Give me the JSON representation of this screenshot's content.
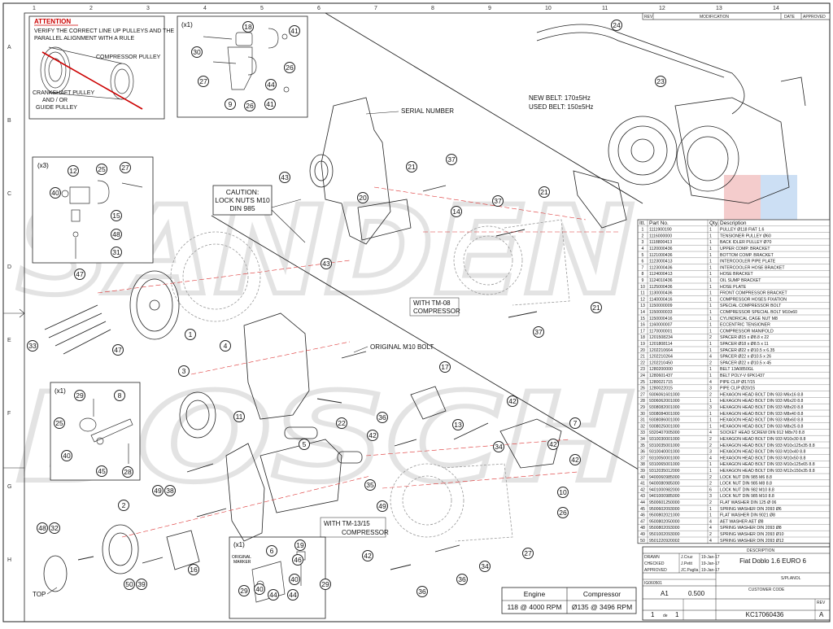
{
  "attention": {
    "title": "ATTENTION",
    "line1": "VERIFY THE CORRECT LINE UP PULLEYS AND THE",
    "line2": "PARALLEL ALIGNMENT WITH A RULE",
    "compressor_pulley": "COMPRESSOR PULLEY",
    "crank_l1": "CRANKSHAFT PULLEY",
    "crank_l2": "AND / OR",
    "crank_l3": "GUIDE PULLEY"
  },
  "multipliers": {
    "x1": "(x1)",
    "x3": "(x3)"
  },
  "labels": {
    "serial_number": "SERIAL NUMBER",
    "caution_l1": "CAUTION:",
    "caution_l2": "LOCK NUTS M10",
    "caution_l3": "DIN 985",
    "new_belt": "NEW BELT: 170±5Hz",
    "used_belt": "USED BELT: 150±5Hz",
    "with_tm08_l1": "WITH TM-08",
    "with_tm08_l2": "COMPRESSOR",
    "original_m10": "ORIGINAL M10 BOLT",
    "with_tm1315_l1": "WITH TM-13/15",
    "with_tm1315_l2": "COMPRESSOR",
    "original_marker_l1": "ORIGINAL",
    "original_marker_l2": "MARKER",
    "top": "TOP"
  },
  "watermark": {
    "line1": "SANDEN",
    "line2": "BOSCH"
  },
  "engine_table": {
    "engine_header": "Engine",
    "compressor_header": "Compressor",
    "engine_value": "118 @ 4000 RPM",
    "compressor_value": "Ø135 @ 3496 RPM"
  },
  "revision_header": {
    "rev": "REV",
    "modification": "MODIFICATION",
    "date": "DATE",
    "approved": "APPROVED"
  },
  "parts_table": {
    "headers": [
      "Itt.",
      "Part No.",
      "Qty.",
      "Description"
    ],
    "rows": [
      [
        "1",
        "1111900190",
        "1",
        "PULLEY Ø118 FIAT 1.6"
      ],
      [
        "2",
        "1116000000",
        "1",
        "TENSIONER PULLEY Ø60"
      ],
      [
        "3",
        "1118800413",
        "1",
        "BACK IDLER PULLEY Ø70"
      ],
      [
        "4",
        "1120000436",
        "1",
        "UPPER COMP. BRACKET"
      ],
      [
        "5",
        "1121000436",
        "1",
        "BOTTOM COMP. BRACKET"
      ],
      [
        "6",
        "1123000413",
        "1",
        "INTERCOOLER PIPE PLATE"
      ],
      [
        "7",
        "1123000436",
        "1",
        "INTERCOOLER HOSE BRACKET"
      ],
      [
        "8",
        "1124000413",
        "1",
        "HOSE BRACKET"
      ],
      [
        "9",
        "1124010436",
        "1",
        "OIL SUMP BRACKET"
      ],
      [
        "10",
        "1125000436",
        "1",
        "HOSE PLATE"
      ],
      [
        "11",
        "1130000436",
        "1",
        "FRONT COMPRESSOR BRACKET"
      ],
      [
        "12",
        "1140000416",
        "1",
        "COMPRESSOR HOSES FIXATION"
      ],
      [
        "13",
        "1150000009",
        "1",
        "SPECIAL COMPRESSOR BOLT"
      ],
      [
        "14",
        "1150000033",
        "1",
        "COMPRESSOR SPECIAL BOLT M10x60"
      ],
      [
        "15",
        "1150000416",
        "1",
        "CYLINDRICAL CAGE NUT M8"
      ],
      [
        "16",
        "1160000007",
        "1",
        "ECCENTRIC TENSIONER"
      ],
      [
        "17",
        "1170000001",
        "1",
        "COMPRESSOR MANIFOLD"
      ],
      [
        "18",
        "1201508234",
        "2",
        "SPACER Ø15 x Ø8.8 x 22"
      ],
      [
        "19",
        "1201808114",
        "1",
        "SPACER Ø18 x Ø8.5 x 11"
      ],
      [
        "20",
        "1202210664",
        "1",
        "SPACER Ø22 x Ø10.5 x 6.35"
      ],
      [
        "21",
        "1202210264",
        "4",
        "SPACER Ø22 x Ø10.5 x 26"
      ],
      [
        "22",
        "1202210450",
        "2",
        "SPACER Ø22 x Ø10.5 x 45"
      ],
      [
        "23",
        "1280200000",
        "1",
        "BELT 13A0850GL"
      ],
      [
        "24",
        "1280601437",
        "1",
        "BELT POLY-V 6PK1437"
      ],
      [
        "25",
        "1280021715",
        "4",
        "PIPE CLIP Ø17/15"
      ],
      [
        "26",
        "1280022015",
        "3",
        "PIPE CLIP Ø20/15"
      ],
      [
        "27",
        "9306061601000",
        "2",
        "HEXAGON HEAD BOLT DIN 933 M6x16 8.8"
      ],
      [
        "28",
        "9306062001000",
        "1",
        "HEXAGON HEAD BOLT DIN 933 M6x20 8.8"
      ],
      [
        "29",
        "9308082001000",
        "3",
        "HEXAGON HEAD BOLT DIN 933 M8x20 8.8"
      ],
      [
        "30",
        "9308084001000",
        "1",
        "HEXAGON HEAD BOLT DIN 933 M8x40 8.8"
      ],
      [
        "31",
        "9308086001000",
        "1",
        "HEXAGON HEAD BOLT DIN 933 M8x60 8.8"
      ],
      [
        "32",
        "9308025001000",
        "1",
        "HEXAGON HEAD BOLT DIN 933 M8x25 8.8"
      ],
      [
        "33",
        "9320407005000",
        "4",
        "SOCKET HEAD SCREW DIN 912 M8x70 8.8"
      ],
      [
        "34",
        "9310030001000",
        "2",
        "HEXAGON HEAD BOLT DIN 933 M10x30 8.8"
      ],
      [
        "35",
        "9310035001000",
        "2",
        "HEXAGON HEAD BOLT DIN 933 M10x125x35 8.8"
      ],
      [
        "36",
        "9310040001000",
        "3",
        "HEXAGON HEAD BOLT DIN 933 M10x40 8.8"
      ],
      [
        "37",
        "9310050001000",
        "4",
        "HEXAGON HEAD BOLT DIN 933 M10x50 8.8"
      ],
      [
        "38",
        "9310065001000",
        "1",
        "HEXAGON HEAD BOLT DIN 933 M10x125x65 8.8"
      ],
      [
        "39",
        "9312035012000",
        "1",
        "HEXAGON HEAD BOLT DIN 933 M12x150x35 8.8"
      ],
      [
        "40",
        "9400060985000",
        "2",
        "LOCK NUT DIN 985 M6 8.8"
      ],
      [
        "41",
        "9400080985000",
        "2",
        "LOCK NUT DIN 985 M8 8.8"
      ],
      [
        "42",
        "9401000982000",
        "6",
        "LOCK NUT DIN 982 M10 8.8"
      ],
      [
        "43",
        "9401000985000",
        "3",
        "LOCK NUT DIN 985 M10 8.8"
      ],
      [
        "44",
        "9500601250000",
        "2",
        "FLAT WASHER DIN 125 Ø 06"
      ],
      [
        "45",
        "9500602093000",
        "1",
        "SPRING WASHER DIN 2093 Ø6"
      ],
      [
        "46",
        "9500802021000",
        "1",
        "FLAT WASHER DIN 9021 Ø8"
      ],
      [
        "47",
        "9500802050000",
        "4",
        "AET WASHER AET Ø8"
      ],
      [
        "48",
        "9500802093000",
        "4",
        "SPRING WASHER DIN 2093 Ø8"
      ],
      [
        "49",
        "9501002093000",
        "2",
        "SPRING WASHER DIN 2093 Ø10"
      ],
      [
        "50",
        "9501220920002",
        "4",
        "SPRING WASHER DIN 2093 Ø12"
      ]
    ]
  },
  "title_block": {
    "title": "Fiat Doblo 1.6 EURO 6",
    "drawn": "DRAWN",
    "checked": "CHECKED",
    "approved": "APPROVED",
    "name_drawn": "J.Cruz",
    "name_checked": "J.Petit",
    "name_approved": "JC.Paglia",
    "date_drawn": "19-Jan-17",
    "date_checked": "19-Jan-17",
    "date_approved": "19-Jan-17",
    "size": "A1",
    "scale": "0.500",
    "sheet_no": "1",
    "de": "de",
    "sheet_total": "1",
    "drawing_no": "KC17060436",
    "rev_label": "REV",
    "rev_value": "A",
    "s_planol": "S/PLANOL",
    "ref_no": "IG060501",
    "customer_code": "CUSTOMER CODE",
    "description_label": "DESCRIPTION"
  },
  "frame": {
    "top_numbers": [
      "1",
      "2",
      "3",
      "4",
      "5",
      "6",
      "7",
      "8",
      "9",
      "10",
      "11",
      "12",
      "13",
      "14"
    ],
    "side_letters": [
      "A",
      "B",
      "C",
      "D",
      "E",
      "F",
      "G",
      "H"
    ]
  }
}
